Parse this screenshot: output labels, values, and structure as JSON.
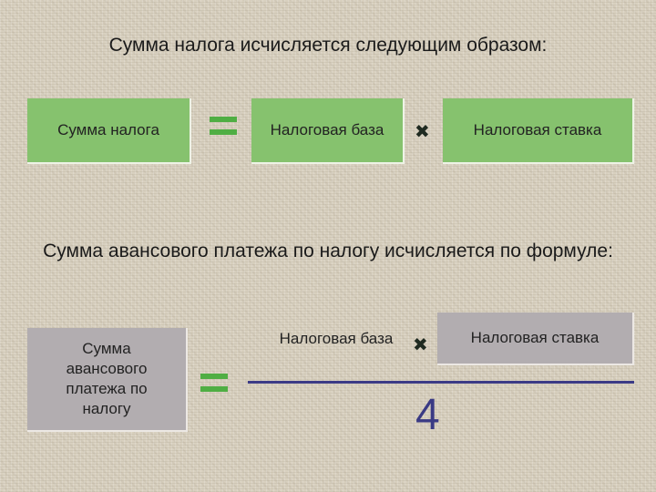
{
  "section1": {
    "heading": "Сумма налога исчисляется следующим образом:",
    "box_tax_sum": "Сумма налога",
    "equals": "=",
    "box_tax_base": "Налоговая база",
    "times": "✖",
    "box_tax_rate": "Налоговая ставка"
  },
  "section2": {
    "heading": "Сумма авансового платежа по налогу исчисляется по формуле:",
    "box_advance_payment": "Сумма авансового платежа по налогу",
    "equals": "=",
    "numerator_base": "Налоговая база",
    "times": "✖",
    "box_tax_rate": "Налоговая ставка",
    "denominator": "4"
  },
  "colors": {
    "green_box": "#86c26e",
    "grey_box": "#b2adb0",
    "fraction_line": "#3c3b86",
    "equals_sign": "#4fae43"
  }
}
